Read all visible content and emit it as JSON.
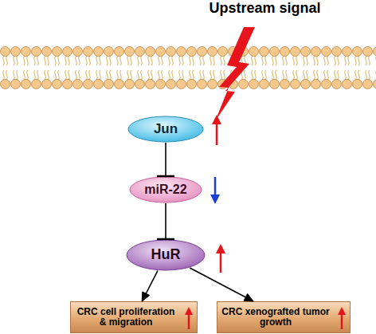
{
  "diagram": {
    "nodes": [
      {
        "text": [
          "Jun"
        ]
      },
      {
        "text": [
          "miR-22"
        ]
      },
      {
        "text": [
          "HuR"
        ]
      },
      {
        "text": [
          "CRC cell proliferation & migration"
        ]
      },
      {
        "text": [
          "CRC xenografted tumor growth"
        ]
      }
    ],
    "edges": [
      {
        "from": 0,
        "to": 1,
        "arrow": "to"
      },
      {
        "from": 1,
        "to": 2,
        "arrow": "to"
      },
      {
        "from": 2,
        "to": 3,
        "arrow": "to"
      },
      {
        "from": 2,
        "to": 4,
        "arrow": "to"
      }
    ],
    "labels": [
      "Upstream signal"
    ]
  }
}
